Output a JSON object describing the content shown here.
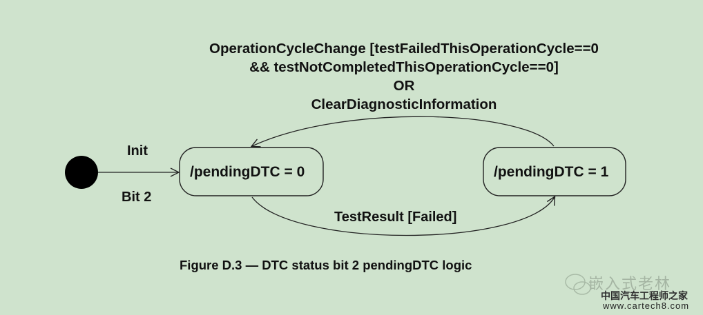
{
  "diagram": {
    "transition_top": {
      "line1": "OperationCycleChange [testFailedThisOperationCycle==0",
      "line2": "&& testNotCompletedThisOperationCycle==0]",
      "line3": "OR",
      "line4": "ClearDiagnosticInformation"
    },
    "initial": {
      "label_above": "Init",
      "label_below": "Bit 2"
    },
    "states": [
      {
        "label": "/pendingDTC = 0"
      },
      {
        "label": "/pendingDTC = 1"
      }
    ],
    "transition_bottom": {
      "label": "TestResult [Failed]"
    },
    "caption": "Figure D.3 — DTC status bit 2 pendingDTC logic"
  },
  "watermark": {
    "line1": "嵌入式老林",
    "line2": "中国汽车工程师之家",
    "line3": "www.cartech8.com"
  },
  "colors": {
    "background": "#cfe3cd",
    "stroke": "#222222"
  }
}
